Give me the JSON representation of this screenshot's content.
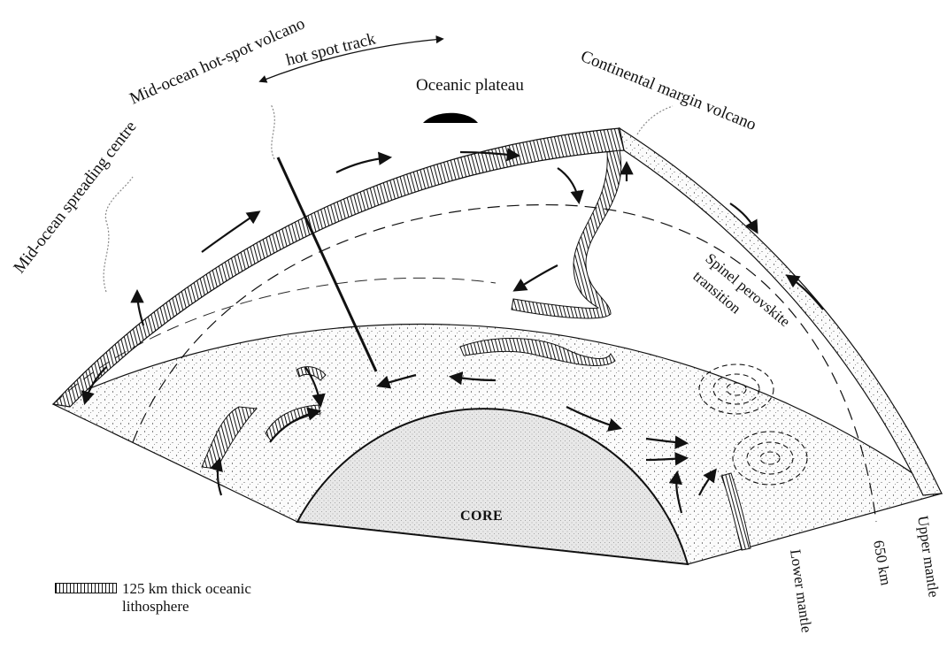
{
  "labels": {
    "mid_ocean_spreading": "Mid-ocean spreading centre",
    "mid_ocean_hotspot": "Mid-ocean hot-spot volcano",
    "hot_spot_track": "hot spot track",
    "oceanic_plateau": "Oceanic plateau",
    "continental_margin": "Continental margin volcano",
    "spinel": "Spinel perovskite",
    "transition": "transition",
    "core": "CORE",
    "km650": "650 km",
    "lower_mantle": "Lower mantle",
    "upper_mantle": "Upper mantle"
  },
  "legend": {
    "text": "125 km thick oceanic lithosphere"
  },
  "colors": {
    "ink": "#111111",
    "core_fill": "#d9d9d9",
    "mantle_fill": "#f4f4f4",
    "plateau": "#000000"
  }
}
